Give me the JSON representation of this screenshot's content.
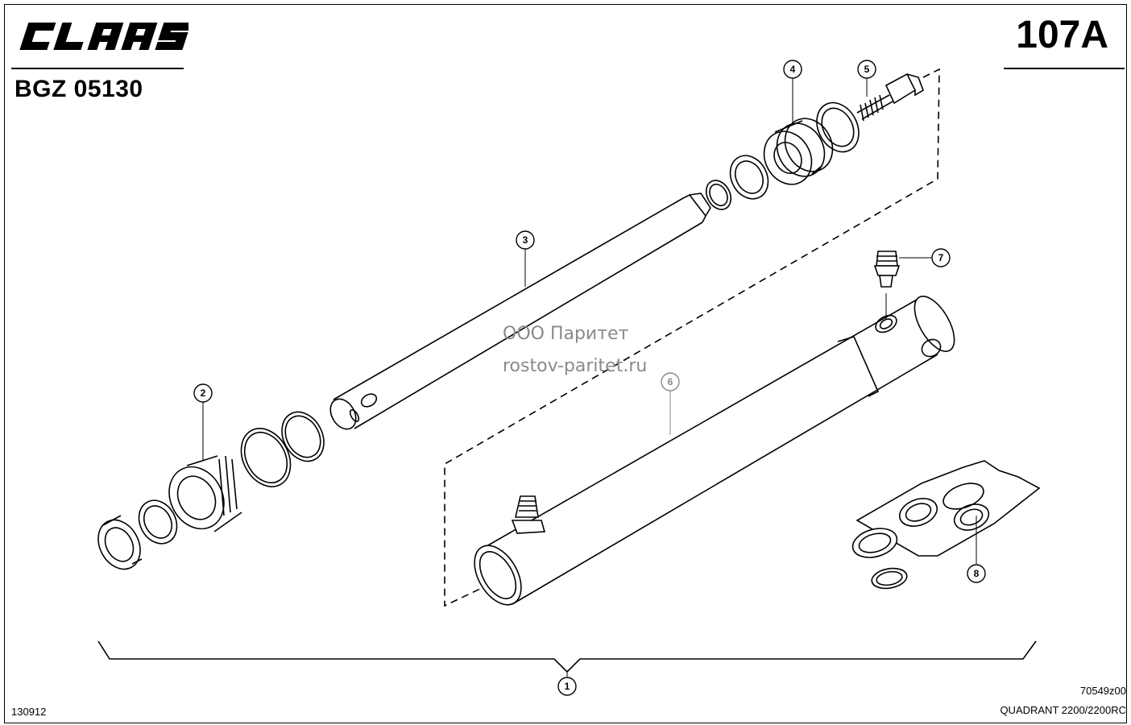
{
  "header": {
    "brand": "CLAAS",
    "doc_code": "BGZ 05130",
    "page_number": "107A"
  },
  "watermark": {
    "company": "ООО Паритет",
    "website": "rostov-paritet.ru"
  },
  "callouts": [
    "1",
    "2",
    "3",
    "4",
    "5",
    "6",
    "7",
    "8"
  ],
  "footer": {
    "left_code": "130912",
    "drawing_code": "70549z00",
    "model": "QUADRANT 2200/2200RC"
  }
}
